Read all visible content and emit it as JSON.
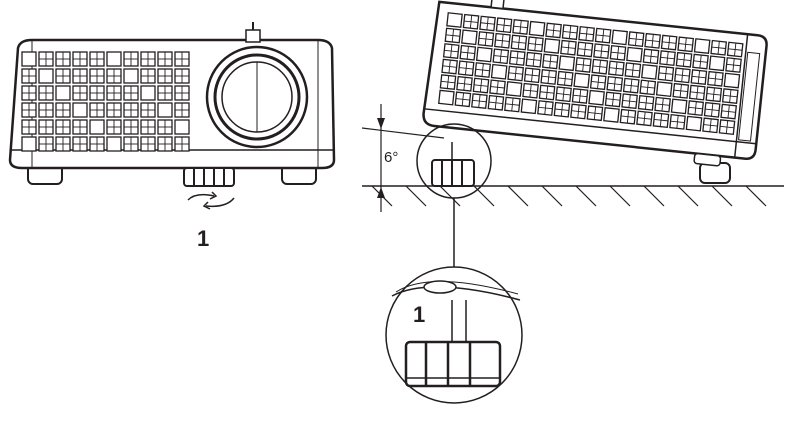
{
  "callouts": {
    "front_view_number": "1",
    "zoom_view_number": "1"
  },
  "angle_label": "6°",
  "colors": {
    "line": "#231f20",
    "background": "#ffffff"
  }
}
